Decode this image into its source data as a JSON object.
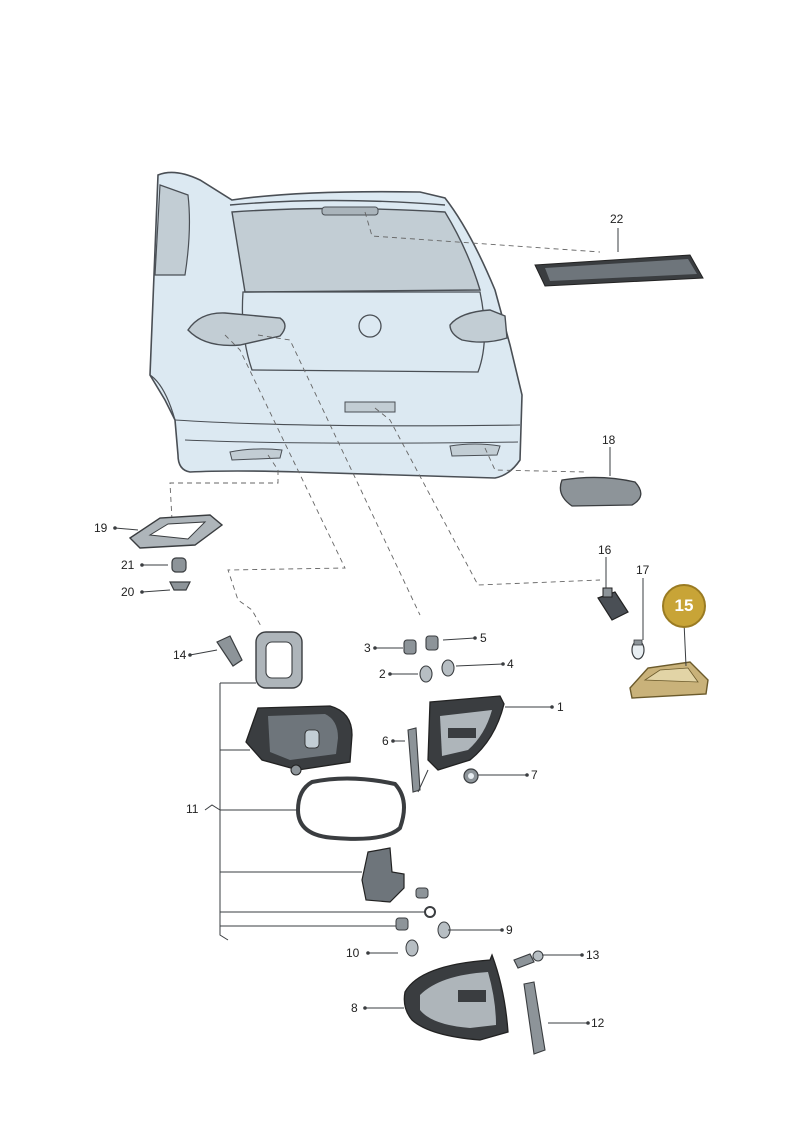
{
  "callouts": {
    "c1": "1",
    "c2": "2",
    "c3": "3",
    "c4": "4",
    "c5": "5",
    "c6": "6",
    "c7": "7",
    "c8": "8",
    "c9": "9",
    "c10": "10",
    "c11": "11",
    "c12": "12",
    "c13": "13",
    "c14": "14",
    "c16": "16",
    "c17": "17",
    "c18": "18",
    "c19": "19",
    "c20": "20",
    "c21": "21",
    "c22": "22"
  },
  "highlight": {
    "label": "15",
    "color": "#c8a437"
  },
  "colors": {
    "body_fill": "#dce9f2",
    "glass_fill": "#c2cdd4",
    "part_dark": "#3a3d40",
    "part_gray": "#8d9499",
    "highlight_part": "#c9b27a"
  }
}
